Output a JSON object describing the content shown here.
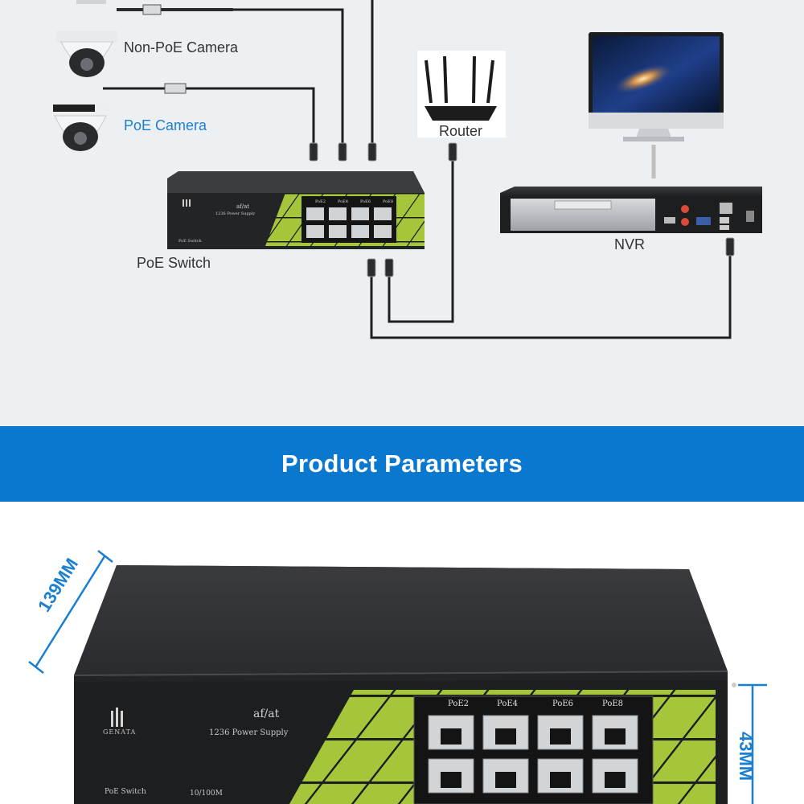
{
  "diagram": {
    "labels": {
      "non_poe_camera": "Non-PoE Camera",
      "poe_camera": "PoE Camera",
      "router": "Router",
      "poe_switch": "PoE Switch",
      "nvr": "NVR"
    },
    "switch_small": {
      "standard": "af/at",
      "subtitle": "1236 Power Supply",
      "model": "PoE Switch",
      "port_labels": [
        "PoE2",
        "PoE4",
        "PoE6",
        "PoE8"
      ]
    }
  },
  "banner": {
    "title": "Product Parameters"
  },
  "product": {
    "dimensions": {
      "depth": "139MM",
      "height": "43MM"
    },
    "switch": {
      "brand": "GENATA",
      "standard": "af/at",
      "subtitle": "1236 Power Supply",
      "model": "PoE Switch",
      "speed": "10/100M",
      "port_labels": [
        "PoE2",
        "PoE4",
        "PoE6",
        "PoE8"
      ]
    }
  },
  "colors": {
    "banner_blue": "#0b78d0",
    "label_blue": "#1a7fd0",
    "switch_green": "#a5c63b",
    "switch_body": "#2a2b2d",
    "diagram_bg": "#edf0f2"
  }
}
